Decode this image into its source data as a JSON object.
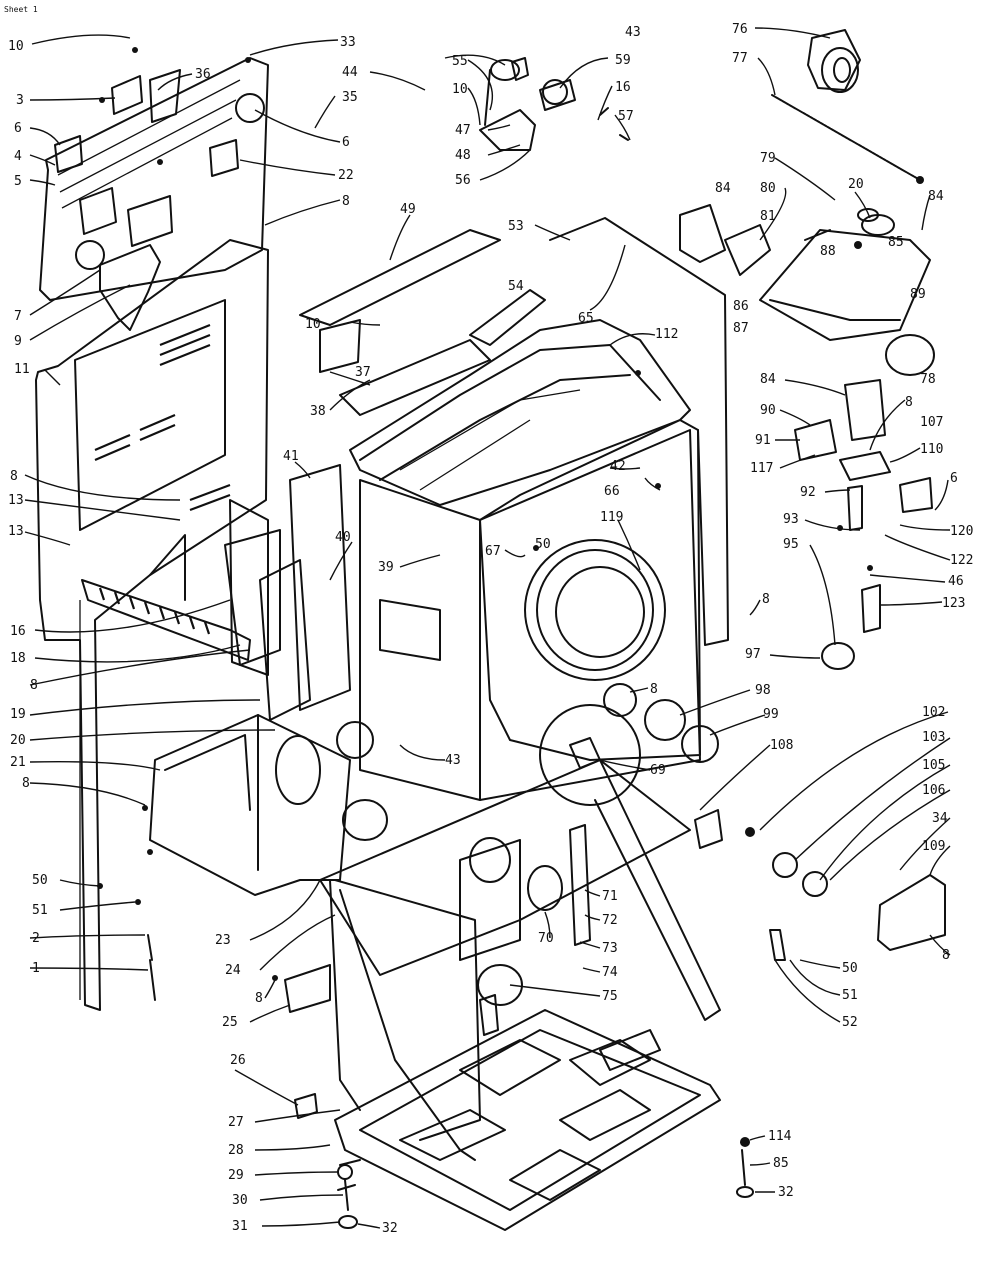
{
  "corner_note": "Sheet 1",
  "callouts": [
    {
      "id": "c10a",
      "text": "10"
    },
    {
      "id": "c33",
      "text": "33"
    },
    {
      "id": "c43a",
      "text": "43"
    },
    {
      "id": "c55",
      "text": "55"
    },
    {
      "id": "c59",
      "text": "59"
    },
    {
      "id": "c76",
      "text": "76"
    },
    {
      "id": "c77",
      "text": "77"
    },
    {
      "id": "c3",
      "text": "3"
    },
    {
      "id": "c36",
      "text": "36"
    },
    {
      "id": "c44",
      "text": "44"
    },
    {
      "id": "c35",
      "text": "35"
    },
    {
      "id": "c10b",
      "text": "10"
    },
    {
      "id": "c16",
      "text": "16"
    },
    {
      "id": "c57",
      "text": "57"
    },
    {
      "id": "c6a",
      "text": "6"
    },
    {
      "id": "c4",
      "text": "4"
    },
    {
      "id": "c5",
      "text": "5"
    },
    {
      "id": "c6b",
      "text": "6"
    },
    {
      "id": "c22",
      "text": "22"
    },
    {
      "id": "c47",
      "text": "47"
    },
    {
      "id": "c48",
      "text": "48"
    },
    {
      "id": "c56",
      "text": "56"
    },
    {
      "id": "c79",
      "text": "79"
    },
    {
      "id": "c80",
      "text": "80"
    },
    {
      "id": "c84a",
      "text": "84"
    },
    {
      "id": "c81",
      "text": "81"
    },
    {
      "id": "c20",
      "text": "20"
    },
    {
      "id": "c8a",
      "text": "8"
    },
    {
      "id": "c84b",
      "text": "84"
    },
    {
      "id": "c49",
      "text": "49"
    },
    {
      "id": "c85",
      "text": "85"
    },
    {
      "id": "c86",
      "text": "86"
    },
    {
      "id": "c53",
      "text": "53"
    },
    {
      "id": "c89",
      "text": "89"
    },
    {
      "id": "c7",
      "text": "7"
    },
    {
      "id": "c54",
      "text": "54"
    },
    {
      "id": "c88",
      "text": "88"
    },
    {
      "id": "c87",
      "text": "87"
    },
    {
      "id": "c9",
      "text": "9"
    },
    {
      "id": "c10c",
      "text": "10"
    },
    {
      "id": "c65",
      "text": "65"
    },
    {
      "id": "c112",
      "text": "112"
    },
    {
      "id": "c11",
      "text": "11"
    },
    {
      "id": "c37",
      "text": "37"
    },
    {
      "id": "c38",
      "text": "38"
    },
    {
      "id": "c84c",
      "text": "84"
    },
    {
      "id": "c78",
      "text": "78"
    },
    {
      "id": "c90",
      "text": "90"
    },
    {
      "id": "c8b",
      "text": "8"
    },
    {
      "id": "c107",
      "text": "107"
    },
    {
      "id": "c91",
      "text": "91"
    },
    {
      "id": "c110",
      "text": "110"
    },
    {
      "id": "c117",
      "text": "117"
    },
    {
      "id": "c41",
      "text": "41"
    },
    {
      "id": "c42",
      "text": "42"
    },
    {
      "id": "c8c",
      "text": "8"
    },
    {
      "id": "c66",
      "text": "66"
    },
    {
      "id": "c92",
      "text": "92"
    },
    {
      "id": "c6c",
      "text": "6"
    },
    {
      "id": "c13a",
      "text": "13"
    },
    {
      "id": "c93",
      "text": "93"
    },
    {
      "id": "c120",
      "text": "120"
    },
    {
      "id": "c119",
      "text": "119"
    },
    {
      "id": "c122",
      "text": "122"
    },
    {
      "id": "c13b",
      "text": "13"
    },
    {
      "id": "c39",
      "text": "39"
    },
    {
      "id": "c40",
      "text": "40"
    },
    {
      "id": "c67",
      "text": "67"
    },
    {
      "id": "c95",
      "text": "95"
    },
    {
      "id": "c46",
      "text": "46"
    },
    {
      "id": "c50a",
      "text": "50"
    },
    {
      "id": "c123",
      "text": "123"
    },
    {
      "id": "c8d",
      "text": "8"
    },
    {
      "id": "c16b",
      "text": "16"
    },
    {
      "id": "c97",
      "text": "97"
    },
    {
      "id": "c18",
      "text": "18"
    },
    {
      "id": "c8e",
      "text": "8"
    },
    {
      "id": "c8f",
      "text": "8"
    },
    {
      "id": "c98",
      "text": "98"
    },
    {
      "id": "c102",
      "text": "102"
    },
    {
      "id": "c19",
      "text": "19"
    },
    {
      "id": "c99",
      "text": "99"
    },
    {
      "id": "c103",
      "text": "103"
    },
    {
      "id": "c20b",
      "text": "20"
    },
    {
      "id": "c43b",
      "text": "43"
    },
    {
      "id": "c108",
      "text": "108"
    },
    {
      "id": "c21",
      "text": "21"
    },
    {
      "id": "c69",
      "text": "69"
    },
    {
      "id": "c105",
      "text": "105"
    },
    {
      "id": "c8g",
      "text": "8"
    },
    {
      "id": "c106",
      "text": "106"
    },
    {
      "id": "c34",
      "text": "34"
    },
    {
      "id": "c109",
      "text": "109"
    },
    {
      "id": "c50b",
      "text": "50"
    },
    {
      "id": "c51a",
      "text": "51"
    },
    {
      "id": "c71",
      "text": "71"
    },
    {
      "id": "c72",
      "text": "72"
    },
    {
      "id": "c2",
      "text": "2"
    },
    {
      "id": "c70",
      "text": "70"
    },
    {
      "id": "c73",
      "text": "73"
    },
    {
      "id": "c8h",
      "text": "8"
    },
    {
      "id": "c23",
      "text": "23"
    },
    {
      "id": "c50c",
      "text": "50"
    },
    {
      "id": "c1",
      "text": "1"
    },
    {
      "id": "c24",
      "text": "24"
    },
    {
      "id": "c74",
      "text": "74"
    },
    {
      "id": "c51b",
      "text": "51"
    },
    {
      "id": "c8i",
      "text": "8"
    },
    {
      "id": "c75",
      "text": "75"
    },
    {
      "id": "c52",
      "text": "52"
    },
    {
      "id": "c25",
      "text": "25"
    },
    {
      "id": "c26",
      "text": "26"
    },
    {
      "id": "c27",
      "text": "27"
    },
    {
      "id": "c28",
      "text": "28"
    },
    {
      "id": "c114",
      "text": "114"
    },
    {
      "id": "c29",
      "text": "29"
    },
    {
      "id": "c85b",
      "text": "85"
    },
    {
      "id": "c30",
      "text": "30"
    },
    {
      "id": "c32a",
      "text": "32"
    },
    {
      "id": "c31",
      "text": "31"
    },
    {
      "id": "c32b",
      "text": "32"
    }
  ]
}
